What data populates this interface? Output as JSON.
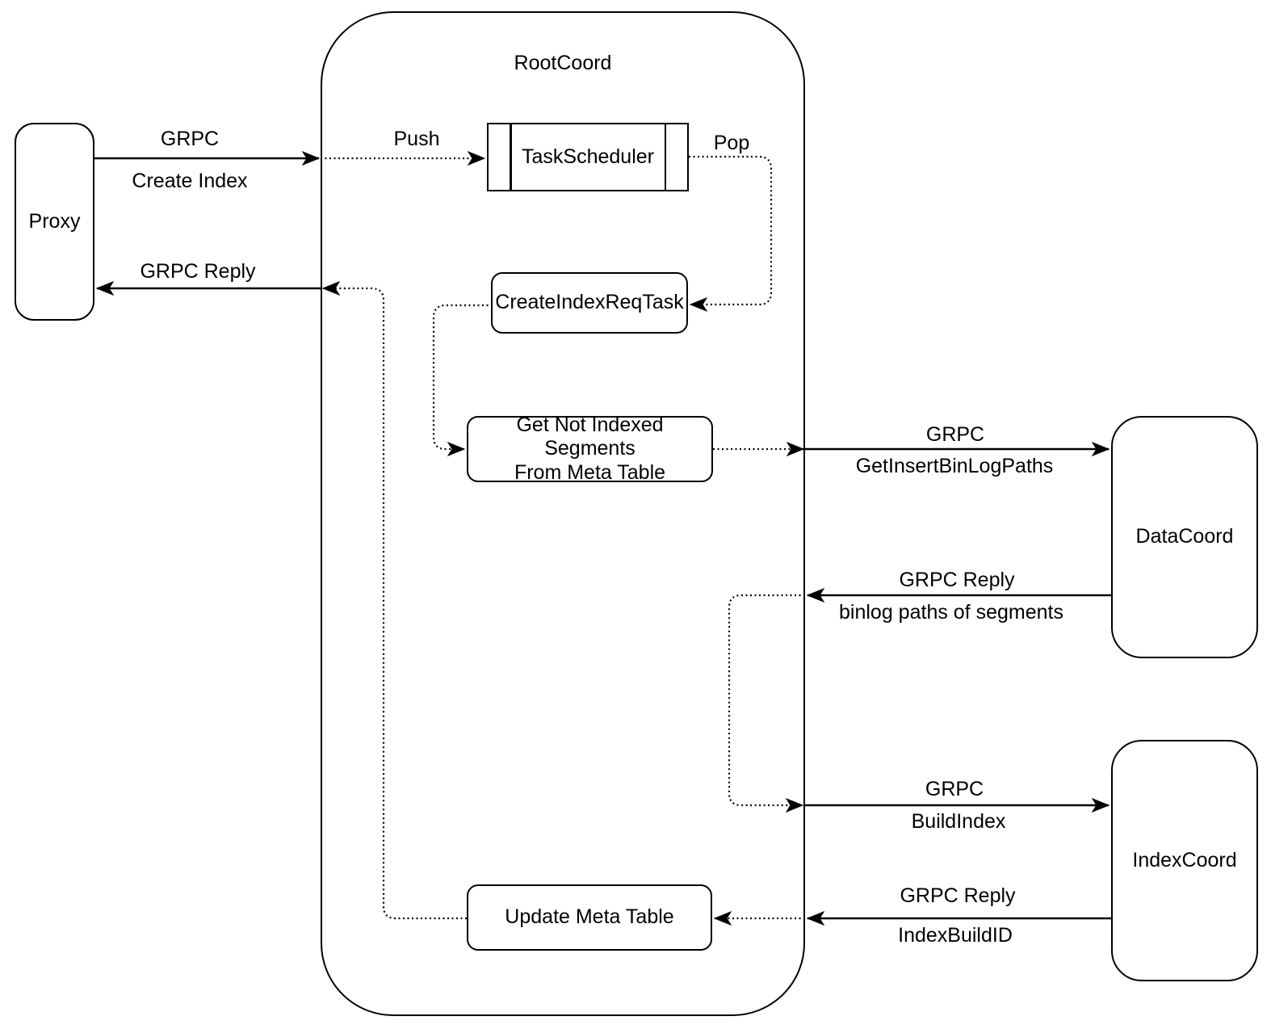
{
  "diagram": {
    "background": "#ffffff",
    "line_color": "#000000",
    "text_color": "#000000"
  },
  "nodes": {
    "proxy": {
      "label": "Proxy"
    },
    "rootcoord": {
      "label": "RootCoord"
    },
    "task_scheduler": {
      "label": "TaskScheduler"
    },
    "create_index_req_task": {
      "label": "CreateIndexReqTask"
    },
    "get_not_indexed_segments": {
      "line1": "Get Not Indexed Segments",
      "line2": "From Meta Table"
    },
    "update_meta_table": {
      "label": "Update Meta Table"
    },
    "datacoord": {
      "label": "DataCoord"
    },
    "indexcoord": {
      "label": "IndexCoord"
    }
  },
  "edges": {
    "grpc_create_index": {
      "line1": "GRPC",
      "line2": "Create Index"
    },
    "grpc_reply_proxy": {
      "line1": "GRPC Reply"
    },
    "push": {
      "label": "Push"
    },
    "pop": {
      "label": "Pop"
    },
    "grpc_get_insert_binlog_paths": {
      "line1": "GRPC",
      "line2": "GetInsertBinLogPaths"
    },
    "grpc_reply_binlog": {
      "line1": "GRPC Reply",
      "line2": "binlog paths of segments"
    },
    "grpc_build_index": {
      "line1": "GRPC",
      "line2": "BuildIndex"
    },
    "grpc_reply_index_build_id": {
      "line1": "GRPC Reply",
      "line2": "IndexBuildID"
    }
  }
}
